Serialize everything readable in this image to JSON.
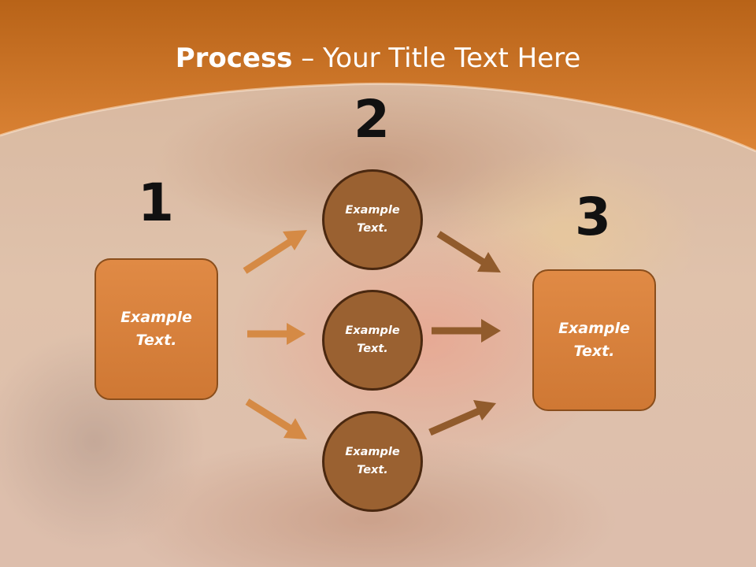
{
  "title": {
    "strong": "Process",
    "rest": " – Your Title Text Here"
  },
  "steps": [
    {
      "number": "1",
      "text": "Example\nText."
    },
    {
      "number": "2",
      "items": [
        "Example\nText.",
        "Example\nText.",
        "Example\nText."
      ]
    },
    {
      "number": "3",
      "text": "Example\nText."
    }
  ],
  "colors": {
    "header": "#d07a2e",
    "box_fill": "#d9823d",
    "circle_fill": "#9a6131",
    "arrow_light": "#d58a45",
    "arrow_dark": "#915b2c"
  }
}
